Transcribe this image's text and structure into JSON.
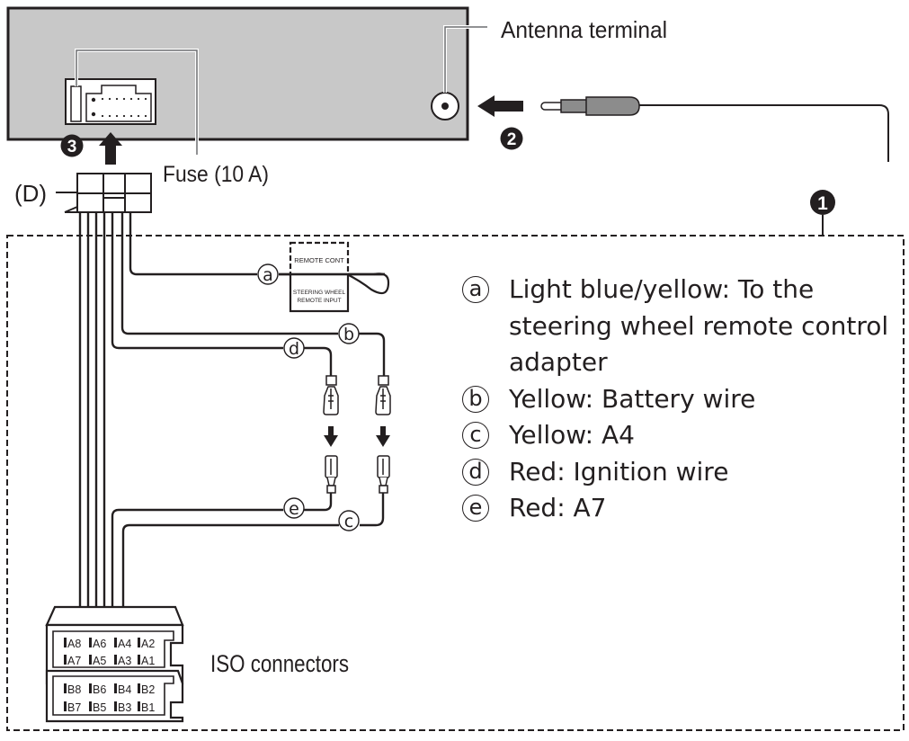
{
  "labels": {
    "antenna_terminal": "Antenna terminal",
    "fuse": "Fuse (10 A)",
    "connector_d": "(D)",
    "iso_connectors": "ISO connectors",
    "remote_cont": "REMOTE CONT",
    "steering_line1": "STEERING WHEEL",
    "steering_line2": "REMOTE INPUT"
  },
  "steps": {
    "one": "1",
    "two": "2",
    "three": "3"
  },
  "wire_tags": {
    "a": "a",
    "b": "b",
    "c": "c",
    "d": "d",
    "e": "e"
  },
  "iso_pins": {
    "a_row1": [
      "A8",
      "A6",
      "A4",
      "A2"
    ],
    "a_row2": [
      "A7",
      "A5",
      "A3",
      "A1"
    ],
    "b_row1": [
      "B8",
      "B6",
      "B4",
      "B2"
    ],
    "b_row2": [
      "B7",
      "B5",
      "B3",
      "B1"
    ]
  },
  "legend": [
    {
      "key": "a",
      "text": "Light blue/yellow: To the steering wheel remote control adapter"
    },
    {
      "key": "b",
      "text": "Yellow: Battery wire"
    },
    {
      "key": "c",
      "text": "Yellow: A4"
    },
    {
      "key": "d",
      "text": "Red: Ignition wire"
    },
    {
      "key": "e",
      "text": "Red: A7"
    }
  ],
  "colors": {
    "unit_fill": "#c8c8c8",
    "plug_fill": "#8c8c8c",
    "ink": "#231f20"
  }
}
